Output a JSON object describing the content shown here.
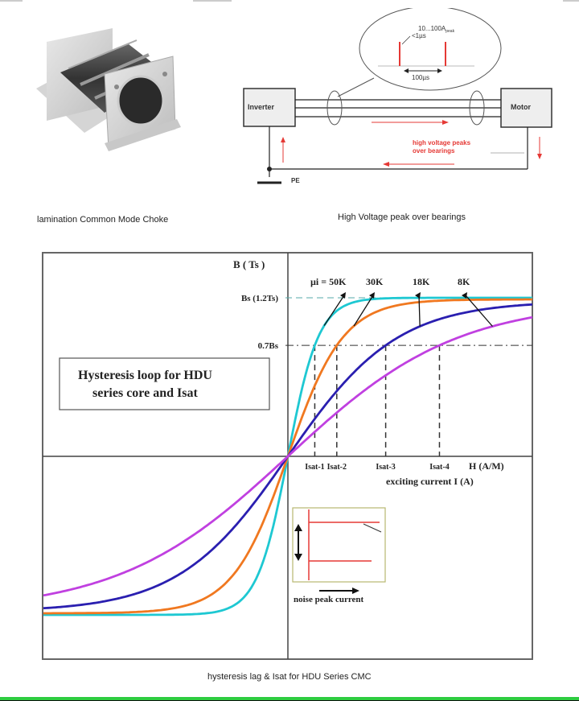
{
  "product_image": {
    "caption": "lamination Common Mode Choke",
    "subject": "common-mode-choke-photo"
  },
  "bearing_diagram": {
    "caption": "High Voltage peak over bearings",
    "inverter_label": "Inverter",
    "motor_label": "Motor",
    "ground_label": "PE",
    "peak_amplitude_label": "10...100A",
    "peak_amplitude_sub": "peak",
    "pulse_width_label": "<1µs",
    "period_label": "100µs",
    "bearing_note_line1": "high voltage peaks",
    "bearing_note_line2": "over bearings",
    "accent_color": "#e53935"
  },
  "hysteresis_chart": {
    "caption": "hysteresis lag & Isat for HDU Series CMC",
    "inset_label": "noise peak current"
  },
  "chart_data": {
    "type": "line",
    "title": "Hysteresis loop for HDU series core and Isat",
    "ylabel": "B ( Ts )",
    "xlabel": "H (A/M)",
    "xlabel2": "exciting current I (A)",
    "y_ticks": [
      {
        "label": "Bs (1.2Ts)",
        "value": 1.0
      },
      {
        "label": "0.7Bs",
        "value": 0.7
      }
    ],
    "x_ticks": [
      {
        "label": "Isat-1",
        "value": 0.11
      },
      {
        "label": "Isat-2",
        "value": 0.2
      },
      {
        "label": "Isat-3",
        "value": 0.4
      },
      {
        "label": "Isat-4",
        "value": 0.62
      }
    ],
    "xlim": [
      -1,
      1
    ],
    "ylim": [
      -1,
      1
    ],
    "grid": false,
    "series": [
      {
        "name": "µi = 50K",
        "label": "µi = 50K",
        "color": "#1ec8d2",
        "isat": 0.11
      },
      {
        "name": "30K",
        "label": "30K",
        "color": "#f07820",
        "isat": 0.2
      },
      {
        "name": "18K",
        "label": "18K",
        "color": "#2a1fb0",
        "isat": 0.4
      },
      {
        "name": "8K",
        "label": "8K",
        "color": "#c040e0",
        "isat": 0.62
      }
    ]
  }
}
